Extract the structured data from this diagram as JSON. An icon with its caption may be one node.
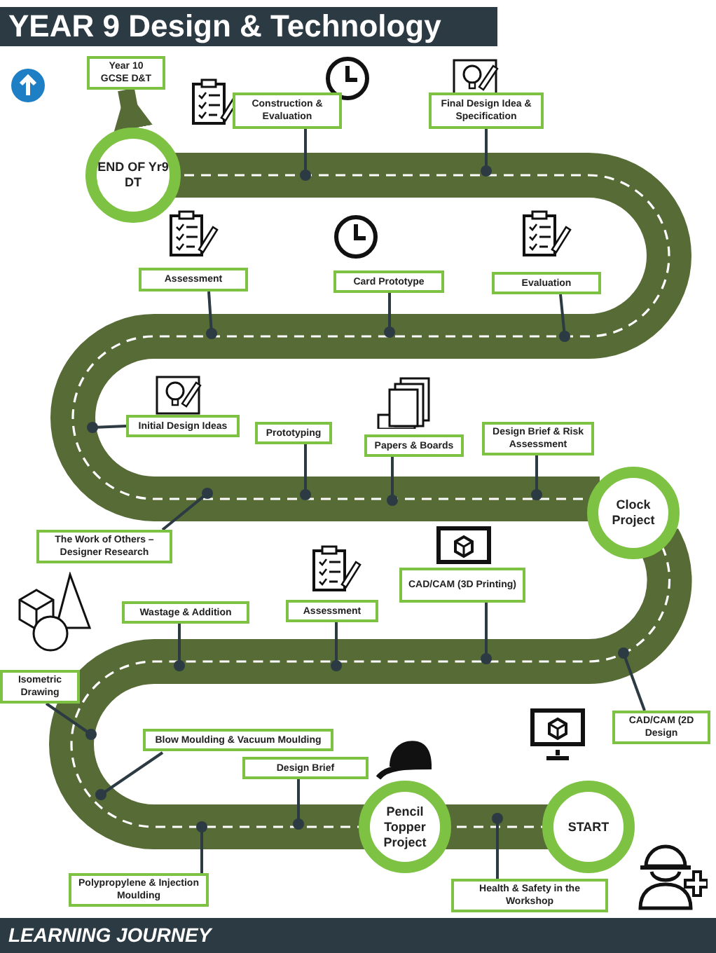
{
  "diagram": {
    "title": "YEAR 9 Design & Technology",
    "caption": "LEARNING JOURNEY",
    "nodes": [
      {
        "text": [
          "Year 10 GCSE D&T"
        ]
      },
      {
        "text": [
          "Construction & Evaluation"
        ]
      },
      {
        "text": [
          "Final Design Idea & Specification"
        ]
      },
      {
        "text": [
          "END OF Yr9 DT"
        ]
      },
      {
        "text": [
          "Assessment"
        ]
      },
      {
        "text": [
          "Card Prototype"
        ]
      },
      {
        "text": [
          "Evaluation"
        ]
      },
      {
        "text": [
          "Initial Design Ideas"
        ]
      },
      {
        "text": [
          "Prototyping"
        ]
      },
      {
        "text": [
          "Papers & Boards"
        ]
      },
      {
        "text": [
          "Design Brief & Risk Assessment"
        ]
      },
      {
        "text": [
          "The Work of Others – Designer Research"
        ]
      },
      {
        "text": [
          "Clock Project"
        ]
      },
      {
        "text": [
          "CAD/CAM (3D Printing)"
        ]
      },
      {
        "text": [
          "Wastage & Addition"
        ]
      },
      {
        "text": [
          "Assessment"
        ]
      },
      {
        "text": [
          "Isometric Drawing"
        ]
      },
      {
        "text": [
          "CAD/CAM (2D Design"
        ]
      },
      {
        "text": [
          "Blow Moulding & Vacuum Moulding"
        ]
      },
      {
        "text": [
          "Design Brief"
        ]
      },
      {
        "text": [
          "Pencil Topper Project"
        ]
      },
      {
        "text": [
          "START"
        ]
      },
      {
        "text": [
          "Polypropylene & Injection Moulding"
        ]
      },
      {
        "text": [
          "Health & Safety in the Workshop"
        ]
      }
    ],
    "edges": [
      {
        "from": 3,
        "to": 0,
        "arrow": "to",
        "style": "thick",
        "color": "#566b35"
      },
      {
        "from": 1,
        "to": null,
        "arrow": "other"
      },
      {
        "from": 2,
        "to": null,
        "arrow": "other"
      },
      {
        "from": 4,
        "to": null,
        "arrow": "other"
      },
      {
        "from": 5,
        "to": null,
        "arrow": "other"
      },
      {
        "from": 6,
        "to": null,
        "arrow": "other"
      },
      {
        "from": 7,
        "to": null,
        "arrow": "other"
      },
      {
        "from": 8,
        "to": null,
        "arrow": "other"
      },
      {
        "from": 9,
        "to": null,
        "arrow": "other"
      },
      {
        "from": 10,
        "to": null,
        "arrow": "other"
      },
      {
        "from": 11,
        "to": null,
        "arrow": "other"
      },
      {
        "from": 13,
        "to": null,
        "arrow": "other"
      },
      {
        "from": 14,
        "to": null,
        "arrow": "other"
      },
      {
        "from": 15,
        "to": null,
        "arrow": "other"
      },
      {
        "from": 16,
        "to": null,
        "arrow": "other"
      },
      {
        "from": 17,
        "to": null,
        "arrow": "other"
      },
      {
        "from": 18,
        "to": null,
        "arrow": "other"
      },
      {
        "from": 19,
        "to": null,
        "arrow": "other"
      },
      {
        "from": 22,
        "to": null,
        "arrow": "other"
      },
      {
        "from": 23,
        "to": null,
        "arrow": "other"
      },
      {
        "from": 21,
        "to": 20,
        "arrow": "none",
        "style": "thick",
        "color": "#566b35"
      },
      {
        "from": 20,
        "to": 12,
        "arrow": "none",
        "style": "thick",
        "color": "#566b35"
      },
      {
        "from": 12,
        "to": 3,
        "arrow": "none",
        "style": "thick",
        "color": "#566b35"
      }
    ]
  }
}
